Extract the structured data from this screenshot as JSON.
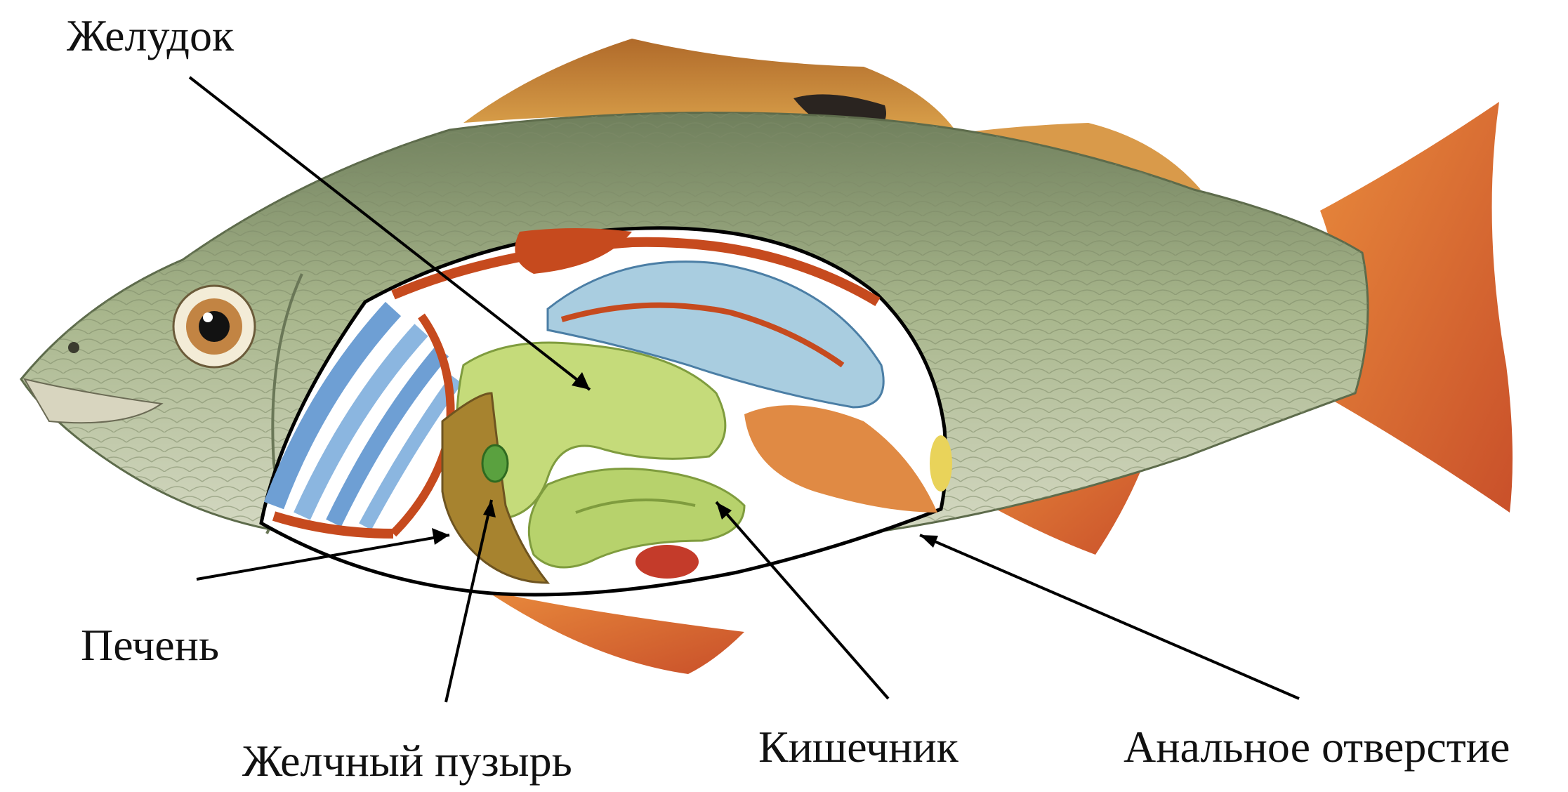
{
  "diagram": {
    "labels": {
      "stomach": "Желудок",
      "liver": "Печень",
      "gallbladder": "Желчный пузырь",
      "intestine": "Кишечник",
      "anus": "Анальное отверстие"
    },
    "colors": {
      "body": "#9fae86",
      "fins": "#d96a2e",
      "liver": "#a7832f",
      "stomach": "#c5db7a",
      "gallbladder": "#5aa13f",
      "swim_bladder": "#a9cde0",
      "gills": "#6e9fd4",
      "vessels": "#c64a1e",
      "gonad": "#e08a44"
    }
  }
}
